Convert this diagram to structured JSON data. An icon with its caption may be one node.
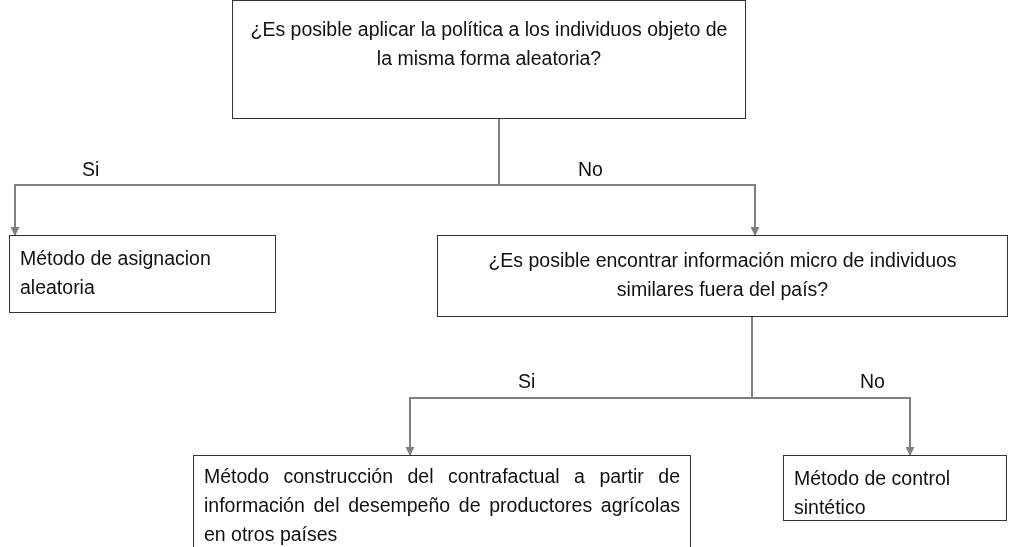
{
  "diagram": {
    "nodes": [
      {
        "text": [
          "¿Es posible aplicar la política a los individuos objeto de la misma forma aleatoria?"
        ]
      },
      {
        "text": [
          "Método de asignacion aleatoria"
        ]
      },
      {
        "text": [
          "¿Es posible encontrar información micro de individuos similares fuera del país?"
        ]
      },
      {
        "text": [
          "Método construcción del contrafactual a partir de información del desempeño de productores agrícolas en otros países"
        ]
      },
      {
        "text": [
          "Método de control sintético"
        ]
      }
    ],
    "edges": [
      {
        "from": 0,
        "to": 1,
        "arrow": "to",
        "label": "Si"
      },
      {
        "from": 0,
        "to": 2,
        "arrow": "to",
        "label": "No"
      },
      {
        "from": 2,
        "to": 3,
        "arrow": "to",
        "label": "Si"
      },
      {
        "from": 2,
        "to": 4,
        "arrow": "to",
        "label": "No"
      }
    ]
  }
}
